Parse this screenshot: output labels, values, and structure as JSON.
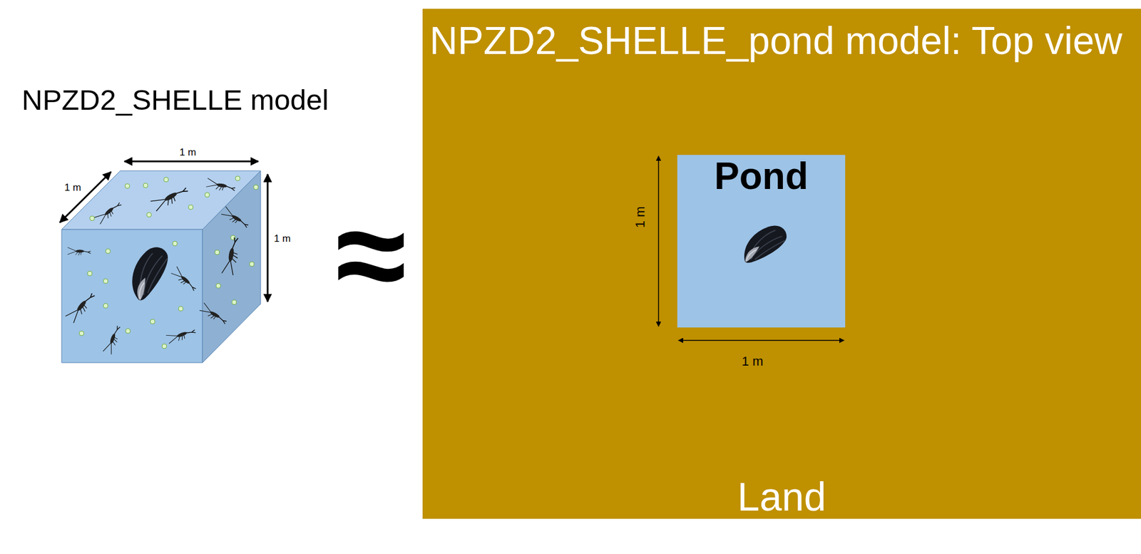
{
  "diagram": {
    "nodes": [
      {
        "text": [
          "NPZD2_SHELLE_pond model: Top view",
          "Land"
        ]
      },
      {
        "text": [
          "Pond"
        ],
        "in": 0
      }
    ],
    "labels": [
      "NPZD2_SHELLE model",
      "1 m",
      "1 m",
      "1 m",
      "≈",
      "1 m",
      "1 m"
    ]
  }
}
